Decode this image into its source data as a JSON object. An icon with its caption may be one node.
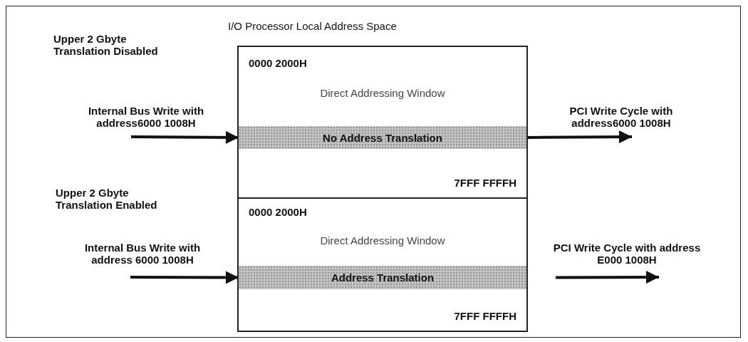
{
  "diagram": {
    "title": "I/O Processor Local Address Space",
    "nodes": [
      {
        "text": [
          "0000 2000H",
          "Direct Addressing Window",
          "7FFF FFFFH"
        ]
      },
      {
        "text": [
          "No Address Translation"
        ],
        "in": 0
      },
      {
        "text": [
          "0000 2000H",
          "Direct Addressing Window",
          "7FFF FFFFH"
        ]
      },
      {
        "text": [
          "Address Translation"
        ],
        "in": 2
      }
    ],
    "edges": [
      {
        "from": null,
        "to": 1,
        "arrow": "to",
        "label": "Internal Bus Write with address6000 1008H"
      },
      {
        "from": 1,
        "to": null,
        "arrow": "to",
        "label": "PCI Write Cycle with address6000 1008H"
      },
      {
        "from": null,
        "to": 3,
        "arrow": "to",
        "label": "Internal Bus Write with address 6000 1008H"
      },
      {
        "from": 3,
        "to": null,
        "arrow": "to",
        "label": "PCI Write Cycle with address E000 1008H"
      }
    ],
    "labels": [
      "Upper 2 Gbyte Translation Disabled",
      "Upper 2 Gbyte Translation Enabled"
    ]
  }
}
